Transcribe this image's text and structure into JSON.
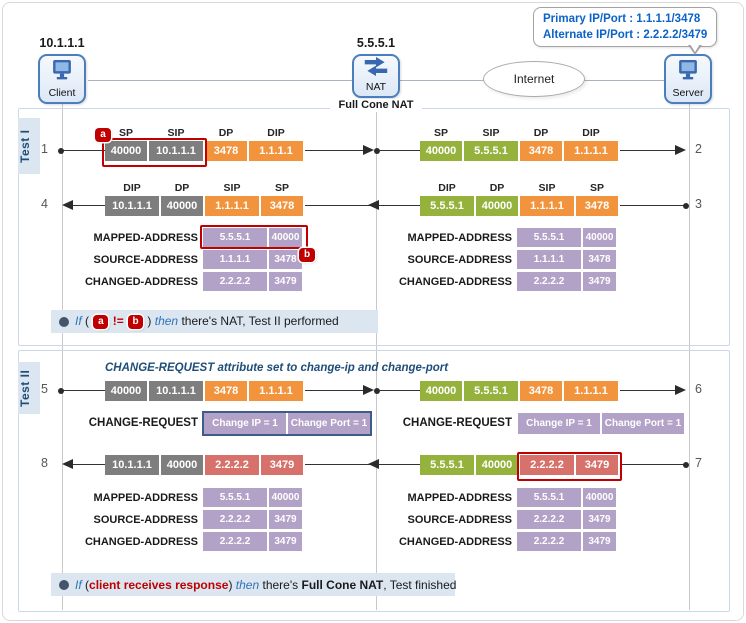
{
  "palette": {
    "gray": "#7e7e7e",
    "orange": "#f2943d",
    "green": "#94b23c",
    "purple": "#b3a2c7",
    "salmon": "#d6716b",
    "highlight_red": "#c00000",
    "navy_outline": "#3e5c8a",
    "blue_italic": "#2e74b5",
    "dark_blue": "#1f4e79",
    "callout_blue": "#0b62c8",
    "bar_bg": "#dce6f1"
  },
  "topology": {
    "client_ip": "10.1.1.1",
    "client_label": "Client",
    "nat_ip": "5.5.5.1",
    "nat_label": "NAT",
    "nat_caption": "Full Cone NAT",
    "internet_label": "Internet",
    "server_label": "Server",
    "callout_line1": "Primary IP/Port : 1.1.1.1/3478",
    "callout_line2": "Alternate IP/Port : 2.2.2.2/3479"
  },
  "test1": {
    "label": "Test I",
    "badge_a": "a",
    "badge_b": "b",
    "msg1": {
      "num": "1",
      "headers": [
        "SP",
        "SIP",
        "DP",
        "DIP"
      ],
      "cells": [
        "40000",
        "10.1.1.1",
        "3478",
        "1.1.1.1"
      ]
    },
    "msg2": {
      "num": "2",
      "headers": [
        "SP",
        "SIP",
        "DP",
        "DIP"
      ],
      "cells": [
        "40000",
        "5.5.5.1",
        "3478",
        "1.1.1.1"
      ]
    },
    "msg3": {
      "num": "3",
      "headers": [
        "DIP",
        "DP",
        "SIP",
        "SP"
      ],
      "cells": [
        "5.5.5.1",
        "40000",
        "1.1.1.1",
        "3478"
      ]
    },
    "msg4": {
      "num": "4",
      "headers": [
        "DIP",
        "DP",
        "SIP",
        "SP"
      ],
      "cells": [
        "10.1.1.1",
        "40000",
        "1.1.1.1",
        "3478"
      ]
    },
    "client_attrs": [
      {
        "label": "MAPPED-ADDRESS",
        "ip": "5.5.5.1",
        "port": "40000"
      },
      {
        "label": "SOURCE-ADDRESS",
        "ip": "1.1.1.1",
        "port": "3478"
      },
      {
        "label": "CHANGED-ADDRESS",
        "ip": "2.2.2.2",
        "port": "3479"
      }
    ],
    "server_attrs": [
      {
        "label": "MAPPED-ADDRESS",
        "ip": "5.5.5.1",
        "port": "40000"
      },
      {
        "label": "SOURCE-ADDRESS",
        "ip": "1.1.1.1",
        "port": "3478"
      },
      {
        "label": "CHANGED-ADDRESS",
        "ip": "2.2.2.2",
        "port": "3479"
      }
    ],
    "conclusion": {
      "if_word": "If",
      "open": "(",
      "badge_a": "a",
      "op": "!=",
      "badge_b": "b",
      "close": ")",
      "then_word": "then",
      "rest": "there's NAT, Test II performed"
    }
  },
  "test2": {
    "label": "Test II",
    "note": "CHANGE-REQUEST attribute set to change-ip and change-port",
    "msg5": {
      "num": "5",
      "cells": [
        "40000",
        "10.1.1.1",
        "3478",
        "1.1.1.1"
      ]
    },
    "msg6": {
      "num": "6",
      "cells": [
        "40000",
        "5.5.5.1",
        "3478",
        "1.1.1.1"
      ]
    },
    "msg7": {
      "num": "7",
      "cells": [
        "5.5.5.1",
        "40000",
        "2.2.2.2",
        "3479"
      ]
    },
    "msg8": {
      "num": "8",
      "cells": [
        "10.1.1.1",
        "40000",
        "2.2.2.2",
        "3479"
      ]
    },
    "change_request": {
      "label": "CHANGE-REQUEST",
      "cells": [
        "Change IP = 1",
        "Change Port = 1"
      ]
    },
    "client_attrs": [
      {
        "label": "MAPPED-ADDRESS",
        "ip": "5.5.5.1",
        "port": "40000"
      },
      {
        "label": "SOURCE-ADDRESS",
        "ip": "2.2.2.2",
        "port": "3479"
      },
      {
        "label": "CHANGED-ADDRESS",
        "ip": "2.2.2.2",
        "port": "3479"
      }
    ],
    "server_attrs": [
      {
        "label": "MAPPED-ADDRESS",
        "ip": "5.5.5.1",
        "port": "40000"
      },
      {
        "label": "SOURCE-ADDRESS",
        "ip": "2.2.2.2",
        "port": "3479"
      },
      {
        "label": "CHANGED-ADDRESS",
        "ip": "2.2.2.2",
        "port": "3479"
      }
    ],
    "conclusion": {
      "if_word": "If",
      "open": "(",
      "cond": "client receives response",
      "close": ")",
      "then_word": "then",
      "rest1": "there's",
      "bold": "Full Cone NAT",
      "rest2": ", Test finished"
    }
  }
}
